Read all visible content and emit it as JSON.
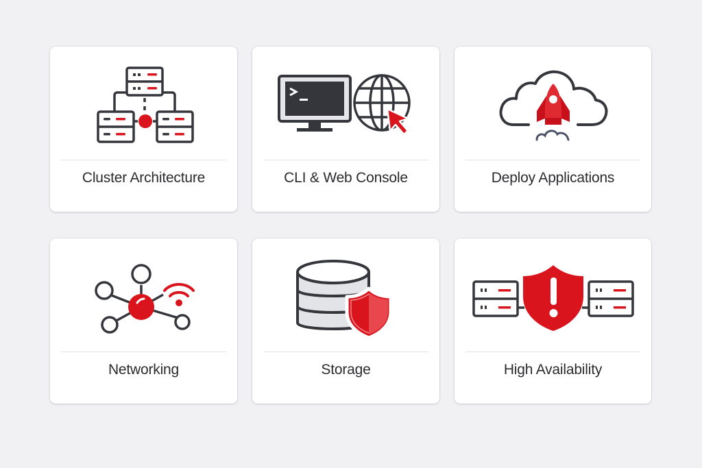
{
  "colors": {
    "background": "#f1f1f4",
    "card": "#ffffff",
    "accent_red": "#d9141d",
    "icon_dark": "#35363c",
    "text": "#2b2b2f",
    "divider": "#e0e0e4"
  },
  "cards": [
    {
      "label": "Cluster Architecture",
      "icon": "server-cluster-icon"
    },
    {
      "label": "CLI & Web Console",
      "icon": "terminal-globe-icon"
    },
    {
      "label": "Deploy Applications",
      "icon": "cloud-rocket-icon"
    },
    {
      "label": "Networking",
      "icon": "network-nodes-wifi-icon"
    },
    {
      "label": "Storage",
      "icon": "database-shield-icon"
    },
    {
      "label": "High Availability",
      "icon": "servers-alert-shield-icon"
    }
  ]
}
